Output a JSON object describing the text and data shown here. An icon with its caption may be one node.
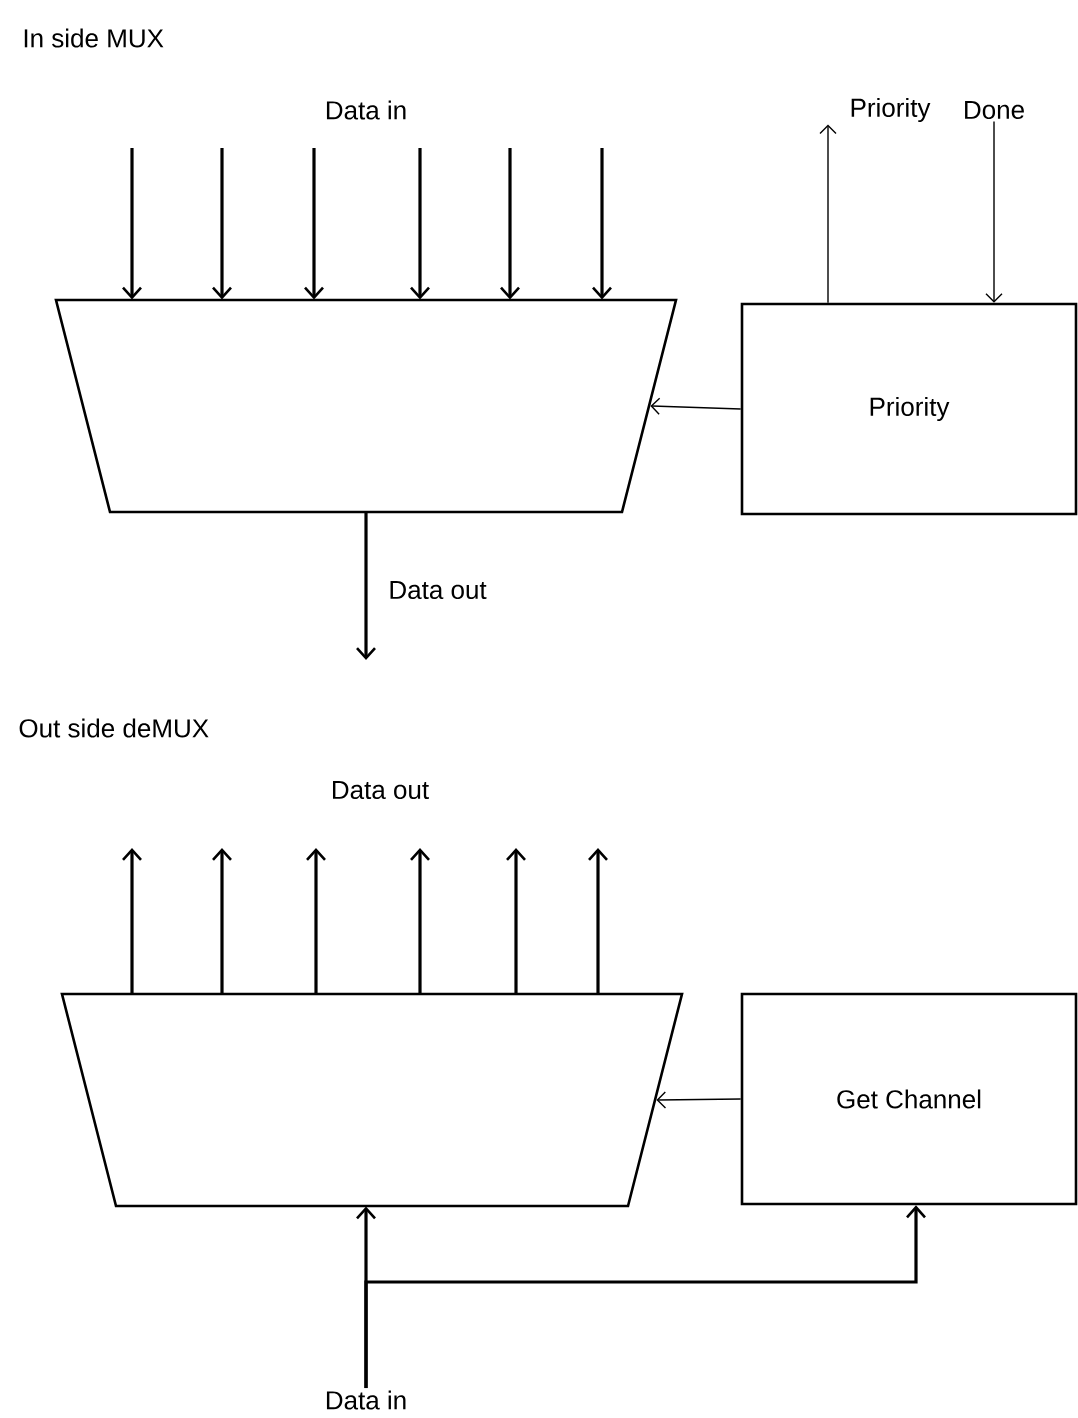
{
  "diagram": {
    "nodes": [
      {
        "text": [],
        "shape": "trapezoid"
      },
      {
        "text": [
          "Priority"
        ]
      },
      {
        "text": [
          "Priority"
        ]
      },
      {
        "text": [
          "Done"
        ]
      },
      {
        "text": [],
        "shape": "trapezoid"
      },
      {
        "text": [
          "Get Channel"
        ]
      },
      {
        "text": [
          "Data in"
        ]
      }
    ],
    "edges": [
      {
        "from": null,
        "to": 0,
        "arrow": "to"
      },
      {
        "from": null,
        "to": 0,
        "arrow": "to"
      },
      {
        "from": null,
        "to": 0,
        "arrow": "to"
      },
      {
        "from": null,
        "to": 0,
        "arrow": "to"
      },
      {
        "from": null,
        "to": 0,
        "arrow": "to"
      },
      {
        "from": null,
        "to": 0,
        "arrow": "to"
      },
      {
        "from": 0,
        "to": null,
        "arrow": "to"
      },
      {
        "from": 1,
        "to": 2,
        "arrow": "to"
      },
      {
        "from": 3,
        "to": 1,
        "arrow": "to"
      },
      {
        "from": 1,
        "to": 0,
        "arrow": "to"
      },
      {
        "from": 4,
        "to": null,
        "arrow": "to"
      },
      {
        "from": 4,
        "to": null,
        "arrow": "to"
      },
      {
        "from": 4,
        "to": null,
        "arrow": "to"
      },
      {
        "from": 4,
        "to": null,
        "arrow": "to"
      },
      {
        "from": 4,
        "to": null,
        "arrow": "to"
      },
      {
        "from": 4,
        "to": null,
        "arrow": "to"
      },
      {
        "from": 5,
        "to": 4,
        "arrow": "to"
      },
      {
        "from": 6,
        "to": 4,
        "arrow": "to"
      },
      {
        "from": 6,
        "to": 5,
        "arrow": "to"
      }
    ],
    "labels": [
      "In side MUX",
      "Data in",
      "Data out",
      "Out side deMUX",
      "Data out"
    ]
  }
}
